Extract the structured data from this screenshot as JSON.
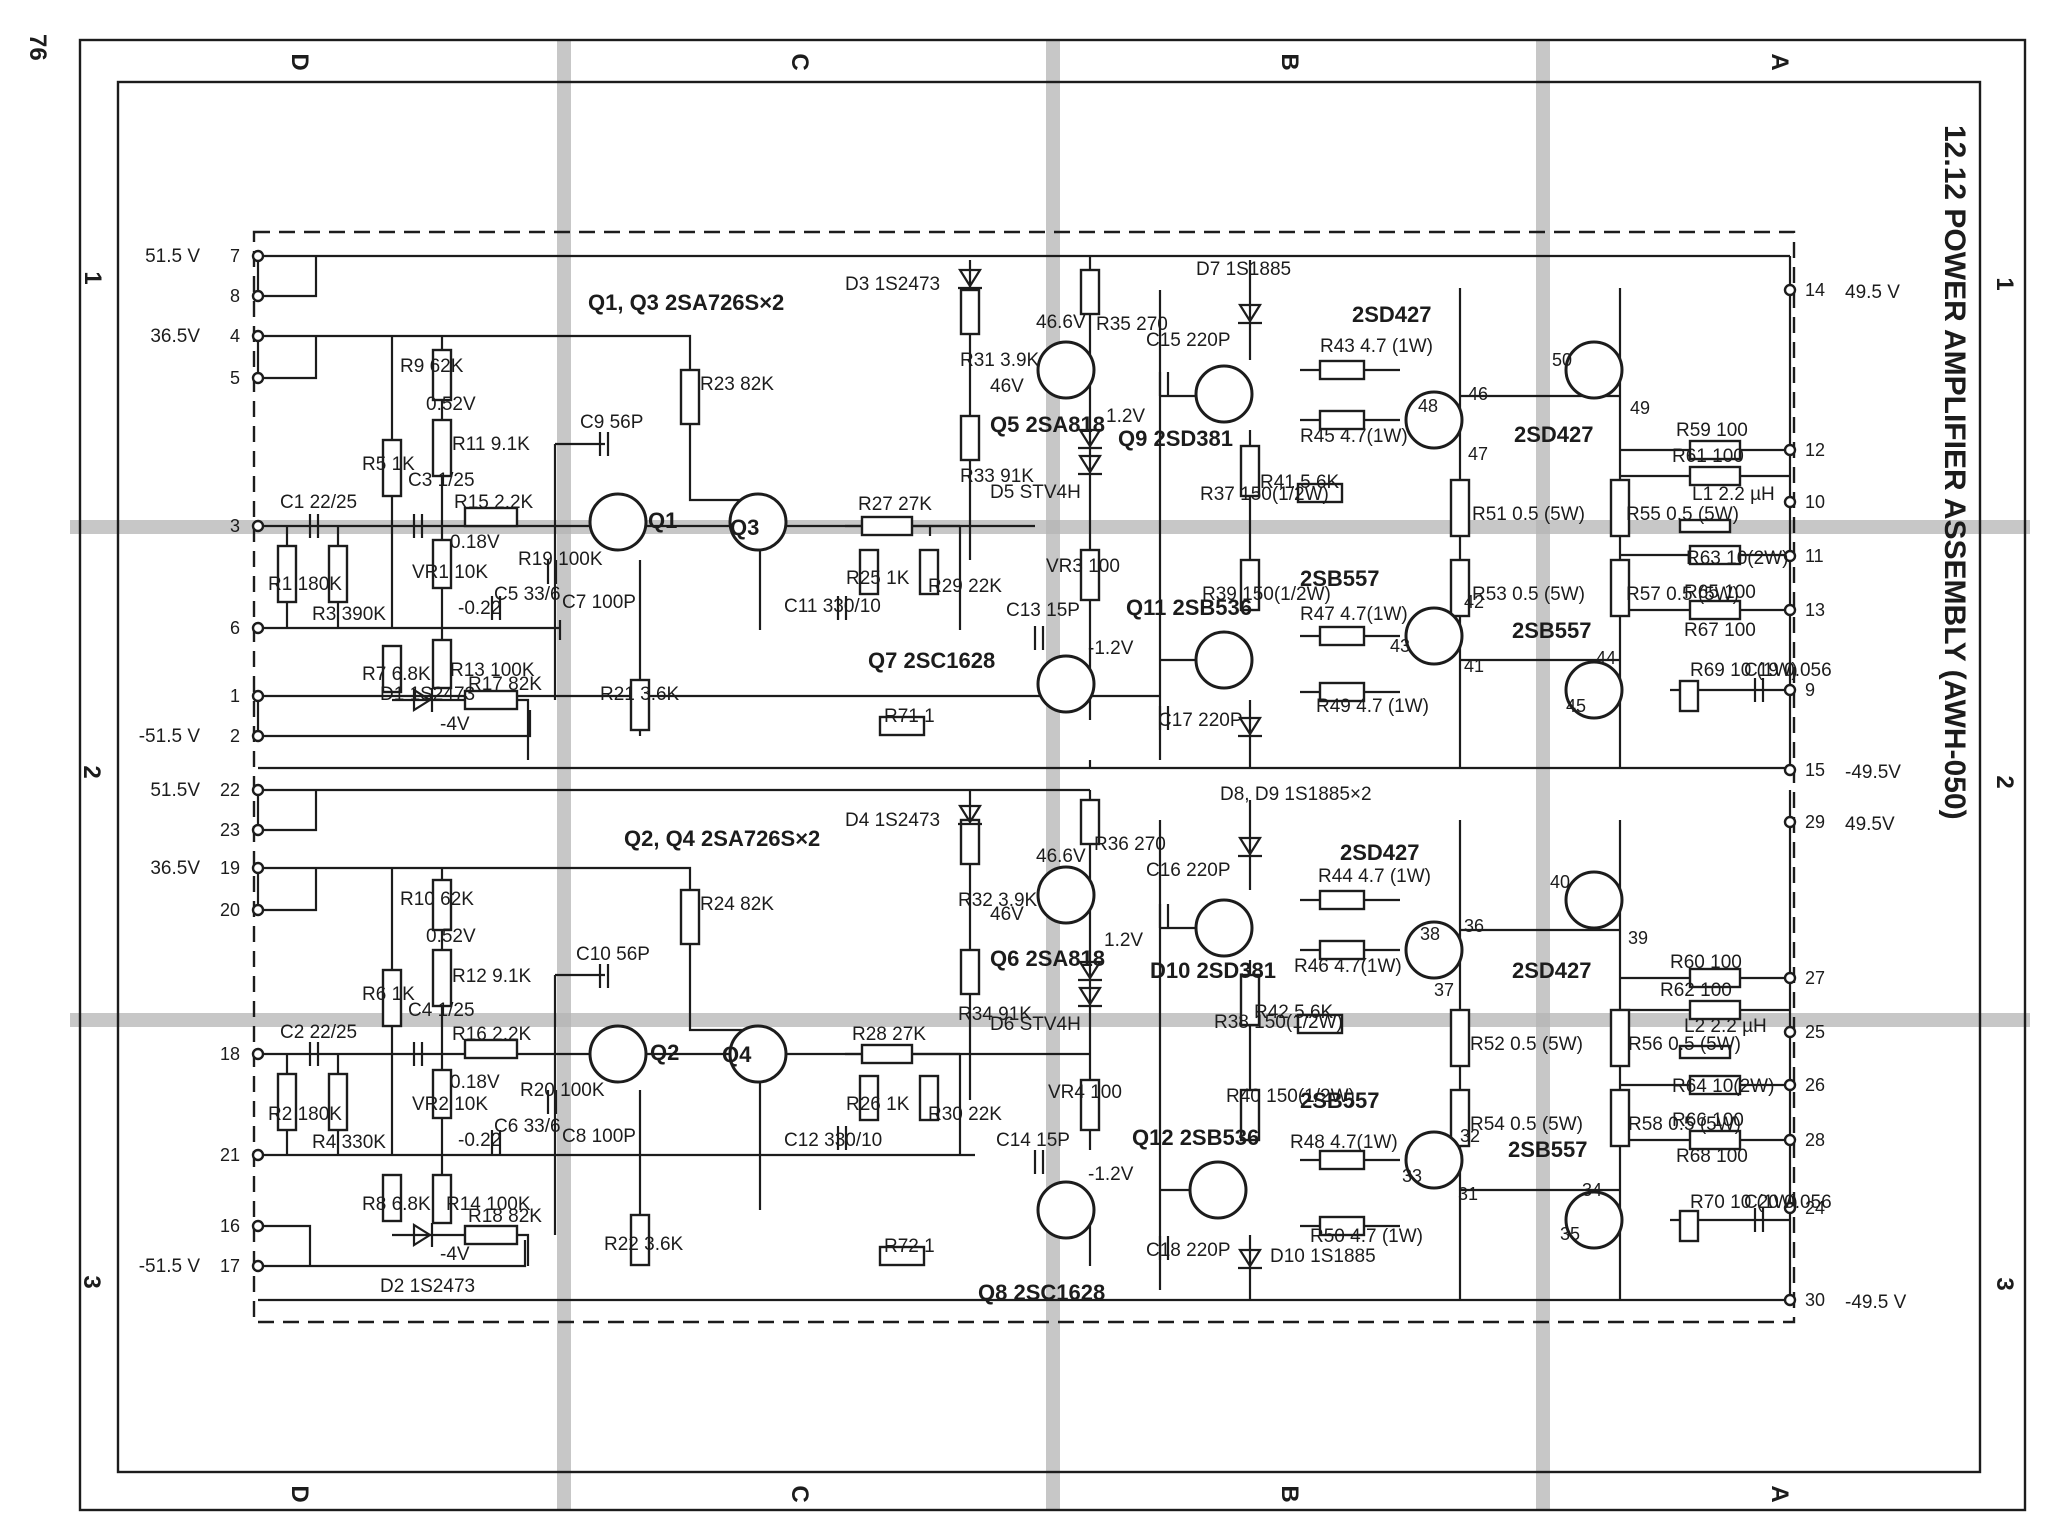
{
  "title": "12.12 POWER AMPLIFIER ASSEMBLY (AWH-050)",
  "page_number": "76",
  "zone_letters": [
    "D",
    "C",
    "B",
    "A"
  ],
  "zone_numbers": [
    "1",
    "2",
    "3"
  ],
  "supply_left": [
    {
      "pin": "7",
      "label": "51.5 V"
    },
    {
      "pin": "8",
      "label": ""
    },
    {
      "pin": "4",
      "label": "36.5V"
    },
    {
      "pin": "5",
      "label": ""
    },
    {
      "pin": "3",
      "label": ""
    },
    {
      "pin": "6",
      "label": ""
    },
    {
      "pin": "1",
      "label": ""
    },
    {
      "pin": "2",
      "label": "-51.5 V"
    },
    {
      "pin": "22",
      "label": "51.5V"
    },
    {
      "pin": "23",
      "label": ""
    },
    {
      "pin": "19",
      "label": "36.5V"
    },
    {
      "pin": "20",
      "label": ""
    },
    {
      "pin": "18",
      "label": ""
    },
    {
      "pin": "21",
      "label": ""
    },
    {
      "pin": "16",
      "label": ""
    },
    {
      "pin": "17",
      "label": "-51.5 V"
    }
  ],
  "supply_right": [
    {
      "pin": "14",
      "label": "49.5 V"
    },
    {
      "pin": "12",
      "label": ""
    },
    {
      "pin": "10",
      "label": ""
    },
    {
      "pin": "11",
      "label": ""
    },
    {
      "pin": "13",
      "label": ""
    },
    {
      "pin": "9",
      "label": ""
    },
    {
      "pin": "15",
      "label": "-49.5V"
    },
    {
      "pin": "29",
      "label": "49.5V"
    },
    {
      "pin": "27",
      "label": ""
    },
    {
      "pin": "25",
      "label": ""
    },
    {
      "pin": "26",
      "label": ""
    },
    {
      "pin": "28",
      "label": ""
    },
    {
      "pin": "24",
      "label": ""
    },
    {
      "pin": "30",
      "label": "-49.5 V"
    }
  ],
  "transistor_labels": [
    {
      "name": "q1-q3",
      "text": "Q1, Q3  2SA726S×2"
    },
    {
      "name": "q2-q4",
      "text": "Q2, Q4  2SA726S×2"
    },
    {
      "name": "q1",
      "text": "Q1"
    },
    {
      "name": "q3",
      "text": "Q3"
    },
    {
      "name": "q2",
      "text": "Q2"
    },
    {
      "name": "q4",
      "text": "Q4"
    },
    {
      "name": "q5",
      "text": "Q5  2SA818"
    },
    {
      "name": "q6",
      "text": "Q6  2SA818"
    },
    {
      "name": "q7",
      "text": "Q7  2SC1628"
    },
    {
      "name": "q8",
      "text": "Q8  2SC1628"
    },
    {
      "name": "q9",
      "text": "Q9  2SD381"
    },
    {
      "name": "q10",
      "text": "D10  2SD381"
    },
    {
      "name": "q11",
      "text": "Q11  2SB536"
    },
    {
      "name": "q12",
      "text": "Q12  2SB536"
    },
    {
      "name": "out-a1",
      "text": "2SD427"
    },
    {
      "name": "out-a2",
      "text": "2SD427"
    },
    {
      "name": "out-a3",
      "text": "2SD427"
    },
    {
      "name": "out-a4",
      "text": "2SD427"
    },
    {
      "name": "out-b1",
      "text": "2SB557"
    },
    {
      "name": "out-b2",
      "text": "2SB557"
    },
    {
      "name": "out-b3",
      "text": "2SB557"
    },
    {
      "name": "out-b4",
      "text": "2SB557"
    }
  ],
  "diode_labels": [
    {
      "name": "d1",
      "text": "D1  1S2473"
    },
    {
      "name": "d2",
      "text": "D2  1S2473"
    },
    {
      "name": "d3",
      "text": "D3  1S2473"
    },
    {
      "name": "d4",
      "text": "D4  1S2473"
    },
    {
      "name": "d5",
      "text": "D5  STV4H"
    },
    {
      "name": "d6",
      "text": "D6  STV4H"
    },
    {
      "name": "d7",
      "text": "D7  1S1885"
    },
    {
      "name": "d8d9",
      "text": "D8, D9  1S1885×2"
    },
    {
      "name": "d10",
      "text": "D10  1S1885"
    }
  ],
  "component_labels": [
    {
      "name": "c1",
      "text": "C1 22/25"
    },
    {
      "name": "c2",
      "text": "C2 22/25"
    },
    {
      "name": "r1",
      "text": "R1 180K"
    },
    {
      "name": "r2",
      "text": "R2 180K"
    },
    {
      "name": "r3",
      "text": "R3 390K"
    },
    {
      "name": "r4",
      "text": "R4 330K"
    },
    {
      "name": "r5",
      "text": "R5 1K"
    },
    {
      "name": "r6",
      "text": "R6 1K"
    },
    {
      "name": "r7",
      "text": "R7 6.8K"
    },
    {
      "name": "r8",
      "text": "R8 6.8K"
    },
    {
      "name": "r9",
      "text": "R9 62K"
    },
    {
      "name": "r10",
      "text": "R10 62K"
    },
    {
      "name": "r11",
      "text": "R11 9.1K"
    },
    {
      "name": "r12",
      "text": "R12 9.1K"
    },
    {
      "name": "c3",
      "text": "C3 1/25"
    },
    {
      "name": "c4",
      "text": "C4 1/25"
    },
    {
      "name": "r15",
      "text": "R15 2.2K"
    },
    {
      "name": "r16",
      "text": "R16 2.2K"
    },
    {
      "name": "vr1",
      "text": "VR1 10K"
    },
    {
      "name": "vr2",
      "text": "VR2 10K"
    },
    {
      "name": "r13",
      "text": "R13 100K"
    },
    {
      "name": "r14",
      "text": "R14 100K"
    },
    {
      "name": "r19",
      "text": "R19 100K"
    },
    {
      "name": "r20",
      "text": "R20 100K"
    },
    {
      "name": "c5",
      "text": "C5 33/6"
    },
    {
      "name": "c6",
      "text": "C6 33/6"
    },
    {
      "name": "r17",
      "text": "R17 82K"
    },
    {
      "name": "r18",
      "text": "R18 82K"
    },
    {
      "name": "c7",
      "text": "C7 100P"
    },
    {
      "name": "c8",
      "text": "C8 100P"
    },
    {
      "name": "c9",
      "text": "C9 56P"
    },
    {
      "name": "c10",
      "text": "C10 56P"
    },
    {
      "name": "r23",
      "text": "R23 82K"
    },
    {
      "name": "r24",
      "text": "R24 82K"
    },
    {
      "name": "r21",
      "text": "R21 3.6K"
    },
    {
      "name": "r22",
      "text": "R22 3.6K"
    },
    {
      "name": "r27",
      "text": "R27 27K"
    },
    {
      "name": "r28",
      "text": "R28 27K"
    },
    {
      "name": "r25",
      "text": "R25 1K"
    },
    {
      "name": "r26",
      "text": "R26 1K"
    },
    {
      "name": "r29",
      "text": "R29 22K"
    },
    {
      "name": "r30",
      "text": "R30 22K"
    },
    {
      "name": "c11",
      "text": "C11 330/10"
    },
    {
      "name": "c12",
      "text": "C12 330/10"
    },
    {
      "name": "r31",
      "text": "R31 3.9K"
    },
    {
      "name": "r32",
      "text": "R32 3.9K"
    },
    {
      "name": "r33",
      "text": "R33 91K"
    },
    {
      "name": "r34",
      "text": "R34 91K"
    },
    {
      "name": "r35",
      "text": "R35 270"
    },
    {
      "name": "r36",
      "text": "R36 270"
    },
    {
      "name": "c13",
      "text": "C13 15P"
    },
    {
      "name": "c14",
      "text": "C14 15P"
    },
    {
      "name": "vr3",
      "text": "VR3 100"
    },
    {
      "name": "vr4",
      "text": "VR4 100"
    },
    {
      "name": "r71",
      "text": "R71 1"
    },
    {
      "name": "r72",
      "text": "R72 1"
    },
    {
      "name": "c15",
      "text": "C15 220P"
    },
    {
      "name": "c16",
      "text": "C16 220P"
    },
    {
      "name": "c17",
      "text": "C17 220P"
    },
    {
      "name": "c18",
      "text": "C18 220P"
    },
    {
      "name": "r37",
      "text": "R37 150(1/2W)"
    },
    {
      "name": "r38",
      "text": "R38 150(1/2W)"
    },
    {
      "name": "r39",
      "text": "R39 150(1/2W)"
    },
    {
      "name": "r40",
      "text": "R40 150(1/2W)"
    },
    {
      "name": "r41",
      "text": "R41 5.6K"
    },
    {
      "name": "r42",
      "text": "R42 5.6K"
    },
    {
      "name": "r43",
      "text": "R43 4.7 (1W)"
    },
    {
      "name": "r44",
      "text": "R44 4.7 (1W)"
    },
    {
      "name": "r45",
      "text": "R45 4.7(1W)"
    },
    {
      "name": "r46",
      "text": "R46 4.7(1W)"
    },
    {
      "name": "r47",
      "text": "R47 4.7(1W)"
    },
    {
      "name": "r48",
      "text": "R48 4.7(1W)"
    },
    {
      "name": "r49",
      "text": "R49 4.7 (1W)"
    },
    {
      "name": "r50",
      "text": "R50 4.7 (1W)"
    },
    {
      "name": "r51",
      "text": "R51 0.5 (5W)"
    },
    {
      "name": "r52",
      "text": "R52 0.5 (5W)"
    },
    {
      "name": "r53",
      "text": "R53 0.5 (5W)"
    },
    {
      "name": "r54",
      "text": "R54 0.5 (5W)"
    },
    {
      "name": "r55",
      "text": "R55 0.5 (5W)"
    },
    {
      "name": "r56",
      "text": "R56 0.5 (5W)"
    },
    {
      "name": "r57",
      "text": "R57 0.5 (5W)"
    },
    {
      "name": "r58",
      "text": "R58 0.5 (5W)"
    },
    {
      "name": "r59",
      "text": "R59 100"
    },
    {
      "name": "r60",
      "text": "R60 100"
    },
    {
      "name": "r61",
      "text": "R61 100"
    },
    {
      "name": "r62",
      "text": "R62 100"
    },
    {
      "name": "l1",
      "text": "L1 2.2 µH"
    },
    {
      "name": "l2",
      "text": "L2 2.2 µH"
    },
    {
      "name": "r63",
      "text": "R63 10(2W)"
    },
    {
      "name": "r64",
      "text": "R64 10(2W)"
    },
    {
      "name": "r65",
      "text": "R65 100"
    },
    {
      "name": "r66",
      "text": "R66 100"
    },
    {
      "name": "r67",
      "text": "R67 100"
    },
    {
      "name": "r68",
      "text": "R68 100"
    },
    {
      "name": "r69",
      "text": "R69 10 (1W)"
    },
    {
      "name": "r70",
      "text": "R70 10 (1W)"
    },
    {
      "name": "c19",
      "text": "C19 0.056"
    },
    {
      "name": "c20",
      "text": "C20 0.056"
    }
  ],
  "voltage_labels": [
    "0.52V",
    "0.18V",
    "-0.22",
    "-4V",
    "46.6V",
    "46V",
    "1.2V",
    "-1.2V",
    "0.52V",
    "0.18V",
    "-0.22",
    "-4V",
    "46.6V",
    "46V",
    "1.2V",
    "-1.2V"
  ],
  "node_numbers": [
    "50",
    "49",
    "48",
    "46",
    "47",
    "42",
    "43",
    "41",
    "44",
    "45",
    "40",
    "39",
    "38",
    "36",
    "37",
    "32",
    "33",
    "31",
    "34",
    "35"
  ]
}
